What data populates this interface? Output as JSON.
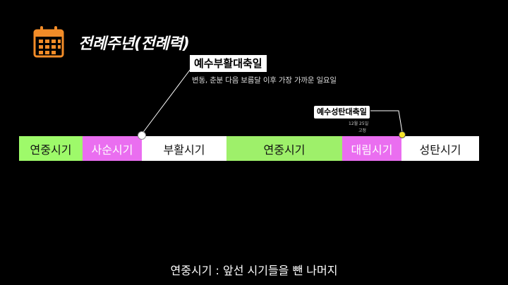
{
  "header": {
    "title": "전례주년(전례력)",
    "icon": "calendar-icon",
    "icon_color": "#f28c28"
  },
  "callouts": {
    "easter_label": "예수부활대축일",
    "easter_note": "변동, 춘분 다음 보름달 이후 가장 가까운 일요일",
    "christmas_label": "예수성탄대축일",
    "christmas_date": "12월 25일",
    "christmas_fixed": "고정"
  },
  "timeline": {
    "segments": [
      {
        "label": "연중시기",
        "color": "#9efa6a"
      },
      {
        "label": "사순시기",
        "color": "#ea6ef0"
      },
      {
        "label": "부활시기",
        "color": "#ffffff"
      },
      {
        "label": "연중시기",
        "color": "#9ef06a"
      },
      {
        "label": "대림시기",
        "color": "#ea6ef0"
      },
      {
        "label": "성탄시기",
        "color": "#ffffff"
      }
    ]
  },
  "footer": {
    "note": "연중시기 : 앞선 시기들을 뺀 나머지"
  }
}
